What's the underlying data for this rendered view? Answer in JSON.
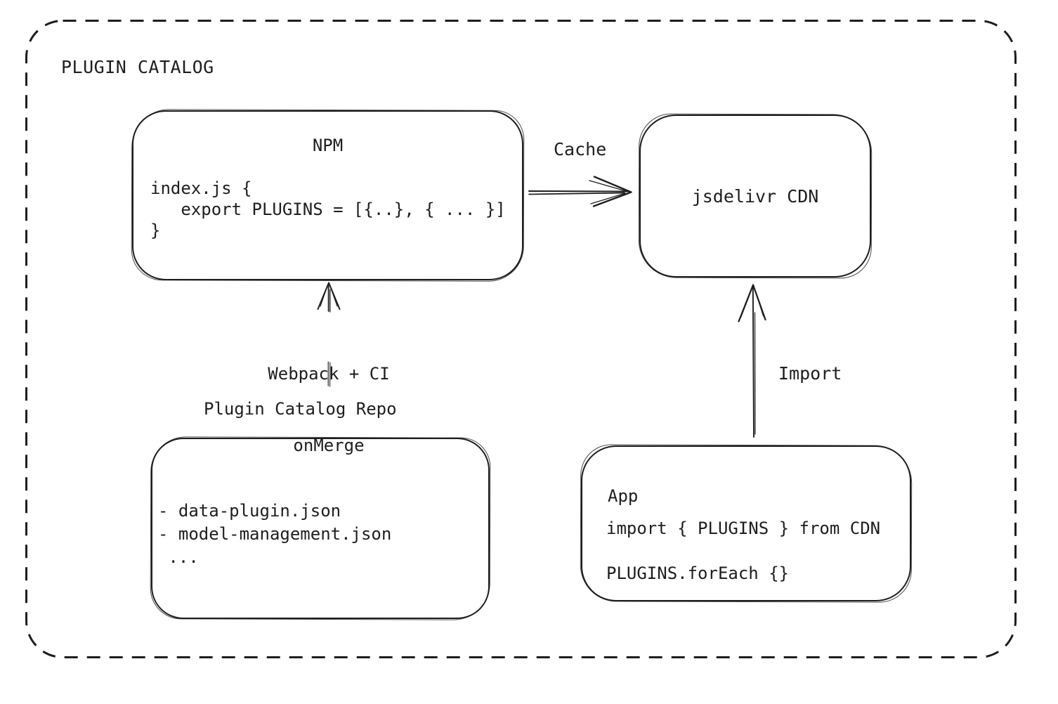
{
  "frame": {
    "title": "PLUGIN CATALOG"
  },
  "nodes": {
    "npm": {
      "title": "NPM",
      "code_lines": [
        "index.js {",
        "   export PLUGINS = [{..}, { ... }]",
        "}"
      ]
    },
    "cdn": {
      "title": "jsdelivr CDN"
    },
    "repo": {
      "heading": "Plugin Catalog Repo",
      "files": [
        "- data-plugin.json",
        "- model-management.json",
        " ..."
      ]
    },
    "app": {
      "title": "App",
      "code_lines": [
        "import { PLUGINS } from CDN",
        "PLUGINS.forEach {}"
      ]
    }
  },
  "edges": {
    "cache": {
      "label": "Cache"
    },
    "build": {
      "label_line1": "Webpack + CI",
      "label_line2": "onMerge"
    },
    "import": {
      "label": "Import"
    }
  },
  "colors": {
    "stroke": "#1e1e1e",
    "background": "#ffffff"
  }
}
